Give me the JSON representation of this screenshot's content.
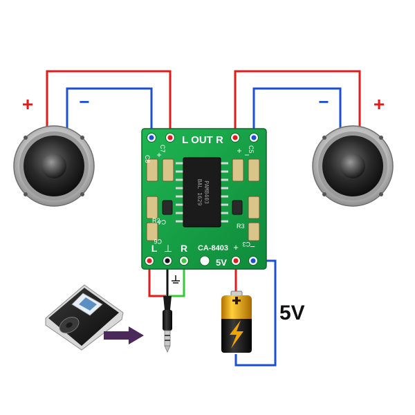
{
  "colors": {
    "positive_wire": "#e01b1b",
    "negative_wire": "#1a4fd6",
    "signal_right_wire": "#37c837",
    "ground_wire": "#111111",
    "pcb_green": "#17a84a",
    "pcb_dark": "#0f7a34",
    "speaker_ring": "#c8c8c8",
    "speaker_cone": "#2a2a2a",
    "battery_gold": "#f0a400",
    "arrow_purple": "#4a2a5a"
  },
  "labels": {
    "left_plus": "+",
    "left_minus": "−",
    "right_minus": "−",
    "right_plus": "+",
    "voltage": "5V"
  },
  "board": {
    "out_label": "L OUT R",
    "left_plus_mark": "+",
    "right_minus_mark": "−",
    "right_plus_mark": "+",
    "left_minus_mark": "−",
    "model": "CA-8403",
    "chip_line1": "PAM8403",
    "chip_line2": "BAL 1629",
    "in_l": "L",
    "in_ground": "⊥",
    "in_r": "R",
    "supply_5v": "5V",
    "supply_plus": "+",
    "supply_minus": "−",
    "silk_c8": "C8",
    "silk_c7": "C7",
    "silk_c6": "C6",
    "silk_c5": "C5",
    "silk_c4": "C4",
    "silk_c3": "C3",
    "silk_r2": "R2",
    "silk_r3": "R3"
  },
  "icons": {
    "left_speaker": "speaker-icon",
    "right_speaker": "speaker-icon",
    "music_player": "mp3-player-icon",
    "audio_plug": "audio-jack-icon",
    "battery": "battery-icon",
    "ground": "ground-symbol-icon",
    "arrow": "arrow-right-icon"
  }
}
